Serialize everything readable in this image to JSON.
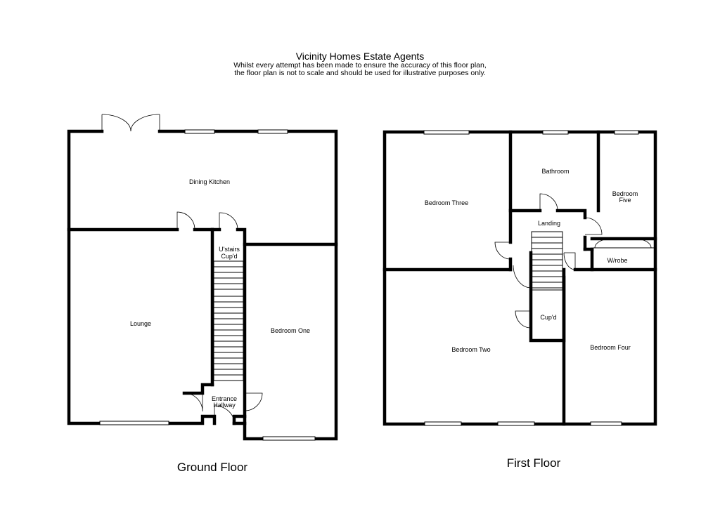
{
  "header": {
    "title": "Vicinity Homes Estate Agents",
    "disclaimer_line1": "Whilst every attempt has been made to ensure the accuracy of this floor plan,",
    "disclaimer_line2": "the floor plan is not to scale and should be used for illustrative purposes only."
  },
  "ground_floor": {
    "label": "Ground Floor",
    "rooms": {
      "dining_kitchen": "Dining Kitchen",
      "lounge": "Lounge",
      "ustairs_line1": "U'stairs",
      "ustairs_line2": "Cup'd",
      "entrance_line1": "Entrance",
      "entrance_line2": "Hallway",
      "bedroom_one": "Bedroom One"
    }
  },
  "first_floor": {
    "label": "First Floor",
    "rooms": {
      "bedroom_three": "Bedroom Three",
      "bathroom": "Bathroom",
      "bedroom_five_line1": "Bedroom",
      "bedroom_five_line2": "Five",
      "landing": "Landing",
      "wrobe": "W/robe",
      "cupd": "Cup'd",
      "bedroom_two": "Bedroom Two",
      "bedroom_four": "Bedroom Four"
    }
  }
}
